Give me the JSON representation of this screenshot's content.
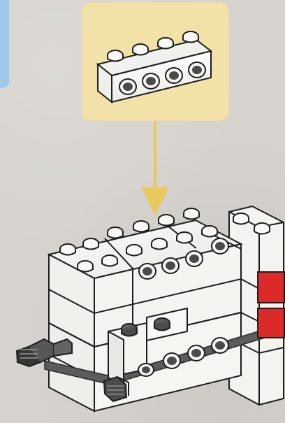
{
  "instruction_step": {
    "background_color": "#d6d3ce",
    "callout_color": "#f2e2a8",
    "accent_tab_color": "#9fc8ea",
    "arrow_color": "#e7c95d",
    "part_callout": {
      "part_name": "brick-1x4-with-holes",
      "studs": 4,
      "holes": 4
    },
    "assembly": {
      "stud_color": "#f6f6f4",
      "brick_color": "#f1f1ee",
      "accent_color": "#d92d2d",
      "dark_color": "#4c4d4b"
    }
  }
}
